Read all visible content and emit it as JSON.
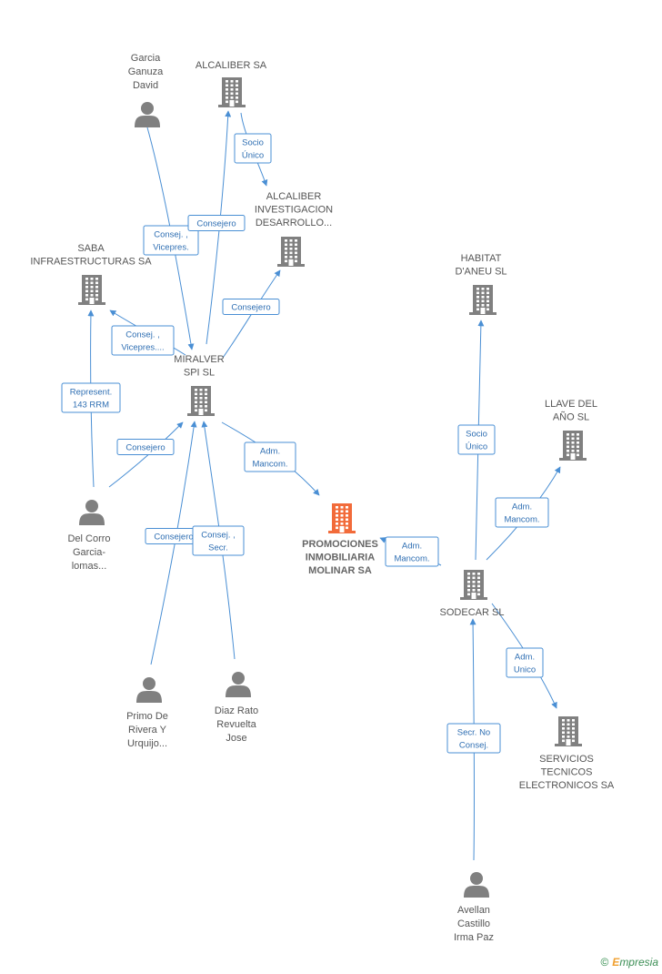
{
  "palette": {
    "company": "#808080",
    "focus": "#f26b3a",
    "person": "#808080",
    "edge": "#4a8fd4",
    "badge_text": "#2f6fb3"
  },
  "nodes": [
    {
      "id": "garcia",
      "type": "person",
      "lines": [
        "Garcia",
        "Ganuza",
        "David"
      ]
    },
    {
      "id": "alcaliber",
      "type": "company",
      "lines": [
        "ALCALIBER SA"
      ]
    },
    {
      "id": "alcaliber_inv",
      "type": "company",
      "lines": [
        "ALCALIBER",
        "INVESTIGACION",
        "DESARROLLO..."
      ]
    },
    {
      "id": "saba",
      "type": "company",
      "lines": [
        "SABA",
        "INFRAESTRUCTURAS SA"
      ]
    },
    {
      "id": "miralver",
      "type": "company",
      "lines": [
        "MIRALVER",
        "SPI SL"
      ]
    },
    {
      "id": "delcorro",
      "type": "person",
      "lines": [
        "Del Corro",
        "Garcia-",
        "lomas..."
      ]
    },
    {
      "id": "promociones",
      "type": "focus",
      "lines": [
        "PROMOCIONES",
        "INMOBILIARIA",
        "MOLINAR SA"
      ]
    },
    {
      "id": "primo",
      "type": "person",
      "lines": [
        "Primo De",
        "Rivera Y",
        "Urquijo..."
      ]
    },
    {
      "id": "diaz",
      "type": "person",
      "lines": [
        "Diaz Rato",
        "Revuelta",
        "Jose"
      ]
    },
    {
      "id": "habitat",
      "type": "company",
      "lines": [
        "HABITAT",
        "D'ANEU SL"
      ]
    },
    {
      "id": "llave",
      "type": "company",
      "lines": [
        "LLAVE DEL",
        "AÑO SL"
      ]
    },
    {
      "id": "sodecar",
      "type": "company",
      "lines": [
        "SODECAR SL"
      ]
    },
    {
      "id": "servicios",
      "type": "company",
      "lines": [
        "SERVICIOS",
        "TECNICOS",
        "ELECTRONICOS SA"
      ]
    },
    {
      "id": "avellan",
      "type": "person",
      "lines": [
        "Avellan",
        "Castillo",
        "Irma Paz"
      ]
    }
  ],
  "edges": [
    {
      "from": "alcaliber",
      "to": "alcaliber_inv",
      "label": [
        "Socio",
        "Único"
      ]
    },
    {
      "from": "garcia",
      "to": "miralver",
      "label": [
        "Consej. ,",
        "Vicepres."
      ]
    },
    {
      "from": "miralver",
      "to": "alcaliber",
      "label": [
        "Consejero"
      ]
    },
    {
      "from": "miralver",
      "to": "alcaliber_inv",
      "label": [
        "Consejero"
      ]
    },
    {
      "from": "miralver",
      "to": "saba",
      "label": [
        "Consej. ,",
        "Vicepres...."
      ]
    },
    {
      "from": "delcorro",
      "to": "saba",
      "label": [
        "Represent.",
        "143 RRM"
      ]
    },
    {
      "from": "delcorro",
      "to": "miralver",
      "label": [
        "Consejero"
      ]
    },
    {
      "from": "miralver",
      "to": "promociones",
      "label": [
        "Adm.",
        "Mancom."
      ]
    },
    {
      "from": "primo",
      "to": "miralver",
      "label": [
        "Consejero"
      ]
    },
    {
      "from": "diaz",
      "to": "miralver",
      "label": [
        "Consej. ,",
        "Secr."
      ]
    },
    {
      "from": "sodecar",
      "to": "promociones",
      "label": [
        "Adm.",
        "Mancom."
      ]
    },
    {
      "from": "sodecar",
      "to": "habitat",
      "label": [
        "Socio",
        "Único"
      ]
    },
    {
      "from": "sodecar",
      "to": "llave",
      "label": [
        "Adm.",
        "Mancom."
      ]
    },
    {
      "from": "sodecar",
      "to": "servicios",
      "label": [
        "Adm.",
        "Unico"
      ]
    },
    {
      "from": "avellan",
      "to": "sodecar",
      "label": [
        "Secr.  No",
        "Consej."
      ]
    }
  ],
  "footer": {
    "copyright": "©",
    "brand_initial": "E",
    "brand_rest": "mpresia"
  }
}
